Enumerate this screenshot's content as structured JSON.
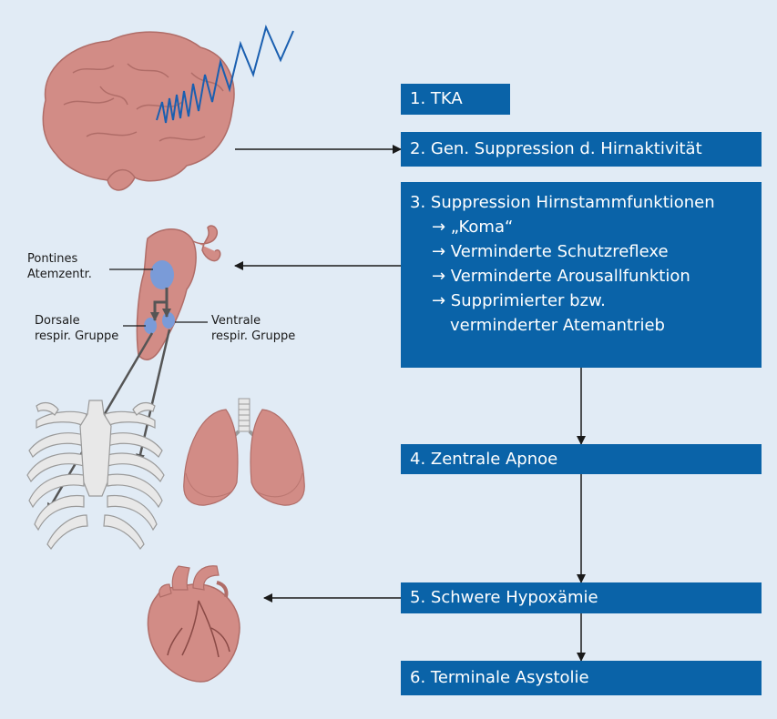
{
  "steps": [
    {
      "label": "1. TKA"
    },
    {
      "label": "2. Gen. Suppression d. Hirnaktivität"
    },
    {
      "label": "3. Suppression Hirnstammfunktionen",
      "items": [
        "→ „Koma“",
        "→ Verminderte Schutzreflexe",
        "→ Verminderte Arousallfunktion",
        "→ Supprimierter bzw.",
        "verminderter Atemantrieb"
      ]
    },
    {
      "label": "4. Zentrale Apnoe"
    },
    {
      "label": "5. Schwere Hypoxämie"
    },
    {
      "label": "6. Terminale Asystolie"
    }
  ],
  "labels": {
    "pontine_1": "Pontines",
    "pontine_2": "Atemzentr.",
    "dorsal_1": "Dorsale",
    "dorsal_2": "respir. Gruppe",
    "ventral_1": "Ventrale",
    "ventral_2": "respir. Gruppe"
  },
  "colors": {
    "background": "#e1ebf5",
    "box": "#0a63a8",
    "organ": "#d28c86",
    "nucleus": "#7a9bd8",
    "ribcage": "#e8e8e8",
    "eeg_wave": "#1a5fb0"
  }
}
